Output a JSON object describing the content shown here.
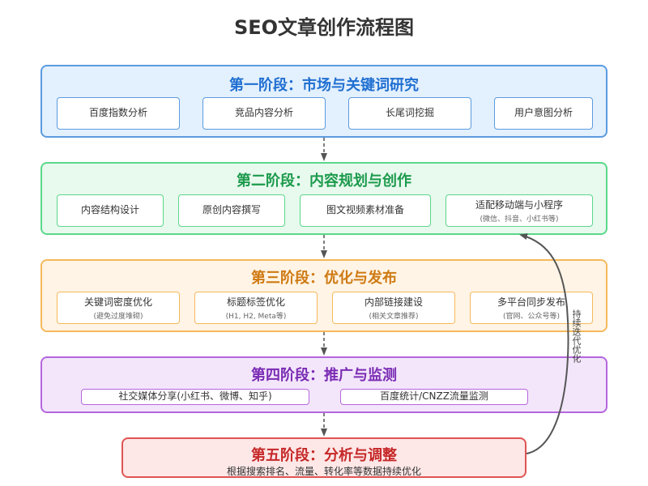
{
  "title": "SEO文章创作流程图",
  "stages": [
    {
      "title": "第一阶段：市场与关键词研究",
      "items": [
        {
          "label": "百度指数分析"
        },
        {
          "label": "竞品内容分析"
        },
        {
          "label": "长尾词挖掘"
        },
        {
          "label": "用户意图分析"
        }
      ]
    },
    {
      "title": "第二阶段：内容规划与创作",
      "items": [
        {
          "label": "内容结构设计"
        },
        {
          "label": "原创内容撰写"
        },
        {
          "label": "图文视频素材准备"
        },
        {
          "label": "适配移动端与小程序",
          "sub": "(微信、抖音、小红书等)"
        }
      ]
    },
    {
      "title": "第三阶段：优化与发布",
      "items": [
        {
          "label": "关键词密度优化",
          "sub": "(避免过度堆砌)"
        },
        {
          "label": "标题标签优化",
          "sub": "(H1, H2, Meta等)"
        },
        {
          "label": "内部链接建设",
          "sub": "(相关文章推荐)"
        },
        {
          "label": "多平台同步发布",
          "sub": "(官网、公众号等)"
        }
      ]
    },
    {
      "title": "第四阶段：推广与监测",
      "items": [
        {
          "label": "社交媒体分享(小红书、微博、知乎)"
        },
        {
          "label": "百度统计/CNZZ流量监测"
        }
      ]
    },
    {
      "title": "第五阶段：分析与调整",
      "description": "根据搜索排名、流量、转化率等数据持续优化"
    }
  ],
  "feedback_label": "持续迭代优化",
  "colors": {
    "stage1": "#5b9be0",
    "stage2": "#5ad88a",
    "stage3": "#f5b95b",
    "stage4": "#b566dd",
    "stage5": "#e05454",
    "arrow": "#555555"
  }
}
